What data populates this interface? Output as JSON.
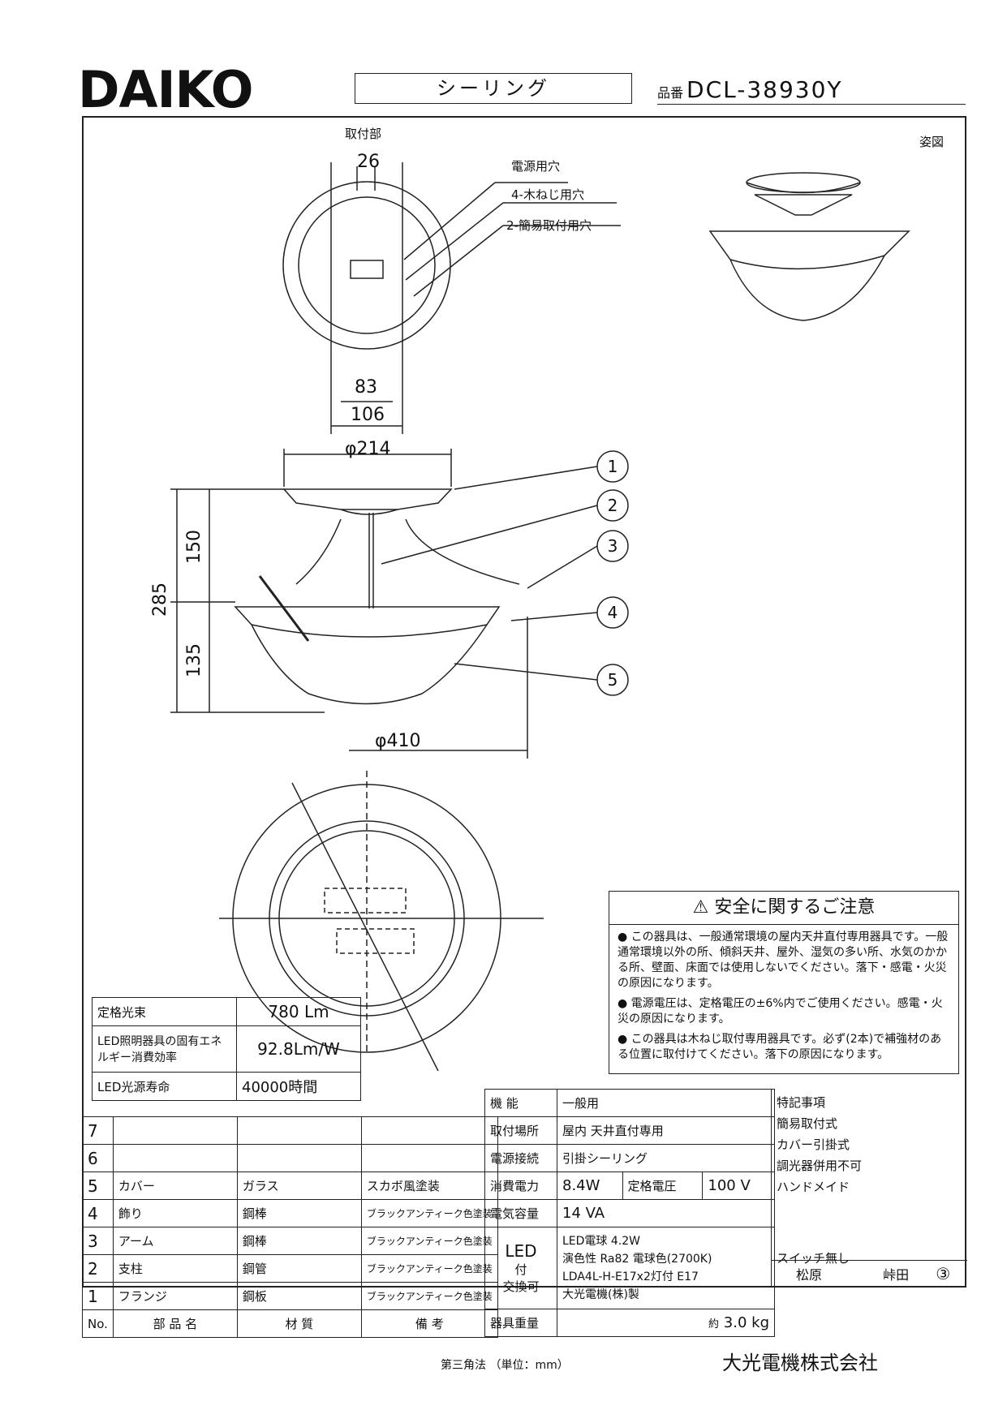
{
  "header": {
    "brand": "DAIKO",
    "product_type": "シーリング",
    "model_prefix": "品番",
    "model_number": "DCL-38930Y"
  },
  "drawing": {
    "mount_label": "取付部",
    "perspective_label": "姿図",
    "dim_26": "26",
    "dim_83": "83",
    "dim_106": "106",
    "dim_214": "φ214",
    "dim_410": "φ410",
    "dim_285": "285",
    "dim_150": "150",
    "dim_135": "135",
    "callout_power_hole": "電源用穴",
    "callout_wood_screw": "4-木ねじ用穴",
    "callout_simple_mount": "2-簡易取付用穴",
    "balloons": [
      "1",
      "2",
      "3",
      "4",
      "5"
    ]
  },
  "safety": {
    "title": "安全に関するご注意",
    "notes": [
      "この器具は、一般通常環境の屋内天井直付専用器具です。一般通常環境以外の所、傾斜天井、屋外、湿気の多い所、水気のかかる所、壁面、床面では使用しないでください。落下・感電・火災の原因になります。",
      "電源電圧は、定格電圧の±6%内でご使用ください。感電・火災の原因になります。",
      "この器具は木ねじ取付専用器具です。必ず(2本)で補強材のある位置に取付けてください。落下の原因になります。"
    ]
  },
  "luminous": [
    {
      "label": "定格光束",
      "value": "780 Lm"
    },
    {
      "label": "LED照明器具の固有エネルギー消費効率",
      "value": "92.8Lm/W"
    },
    {
      "label": "LED光源寿命",
      "value": "40000時間"
    }
  ],
  "parts_header": {
    "no": "No.",
    "name": "部 品 名",
    "material": "材 質",
    "remarks": "備 考"
  },
  "parts": [
    {
      "no": "7",
      "name": "",
      "material": "",
      "remarks": ""
    },
    {
      "no": "6",
      "name": "",
      "material": "",
      "remarks": ""
    },
    {
      "no": "5",
      "name": "カバー",
      "material": "ガラス",
      "remarks": "スカボ風塗装"
    },
    {
      "no": "4",
      "name": "飾り",
      "material": "鋼棒",
      "remarks": "ブラックアンティーク色塗装"
    },
    {
      "no": "3",
      "name": "アーム",
      "material": "鋼棒",
      "remarks": "ブラックアンティーク色塗装"
    },
    {
      "no": "2",
      "name": "支柱",
      "material": "鋼管",
      "remarks": "ブラックアンティーク色塗装"
    },
    {
      "no": "1",
      "name": "フランジ",
      "material": "鋼板",
      "remarks": "ブラックアンティーク色塗装"
    }
  ],
  "specs": {
    "function_label": "機 能",
    "function": "一般用",
    "place_label": "取付場所",
    "place": "屋内 天井直付専用",
    "connect_label": "電源接続",
    "connect": "引掛シーリング",
    "power_label": "消費電力",
    "power": "8.4W",
    "voltage_label": "定格電圧",
    "voltage": "100 V",
    "capacity_label": "電気容量",
    "capacity": "14 VA",
    "led_label": "LED",
    "led_sub_label": "付\n交換可",
    "led_lines": [
      "LED電球 4.2W",
      "演色性 Ra82 電球色(2700K)",
      "LDA4L-H-E17x2灯付 E17",
      "大光電機(株)製"
    ],
    "weight_label": "器具重量",
    "weight_prefix": "約",
    "weight": "3.0 kg"
  },
  "notes": {
    "title": "特記事項",
    "items": [
      "簡易取付式",
      "カバー引掛式",
      "調光器併用不可",
      "ハンドメイド"
    ],
    "switch": "スイッチ無し"
  },
  "signature": {
    "name1": "松原",
    "name2": "峠田",
    "rev": "③"
  },
  "footer": {
    "projection": "第三角法 （単位：mm）",
    "company": "大光電機株式会社"
  }
}
